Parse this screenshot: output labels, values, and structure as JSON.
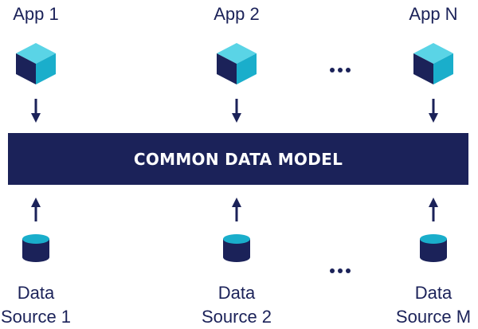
{
  "colors": {
    "navy": "#1b2259",
    "cyan_top": "#5ad4e6",
    "cyan_face": "#1aaecb",
    "text": "#1b2259",
    "banner_text": "#ffffff"
  },
  "apps": [
    {
      "label": "App 1",
      "icon": "cube-icon"
    },
    {
      "label": "App 2",
      "icon": "cube-icon"
    },
    {
      "label": "App N",
      "icon": "cube-icon"
    }
  ],
  "ellipsis": "...",
  "banner": {
    "label": "COMMON DATA MODEL"
  },
  "sources": [
    {
      "line1": "Data",
      "line2": "Source 1",
      "icon": "database-cylinder-icon"
    },
    {
      "line1": "Data",
      "line2": "Source 2",
      "icon": "database-cylinder-icon"
    },
    {
      "line1": "Data",
      "line2": "Source M",
      "icon": "database-cylinder-icon"
    }
  ]
}
